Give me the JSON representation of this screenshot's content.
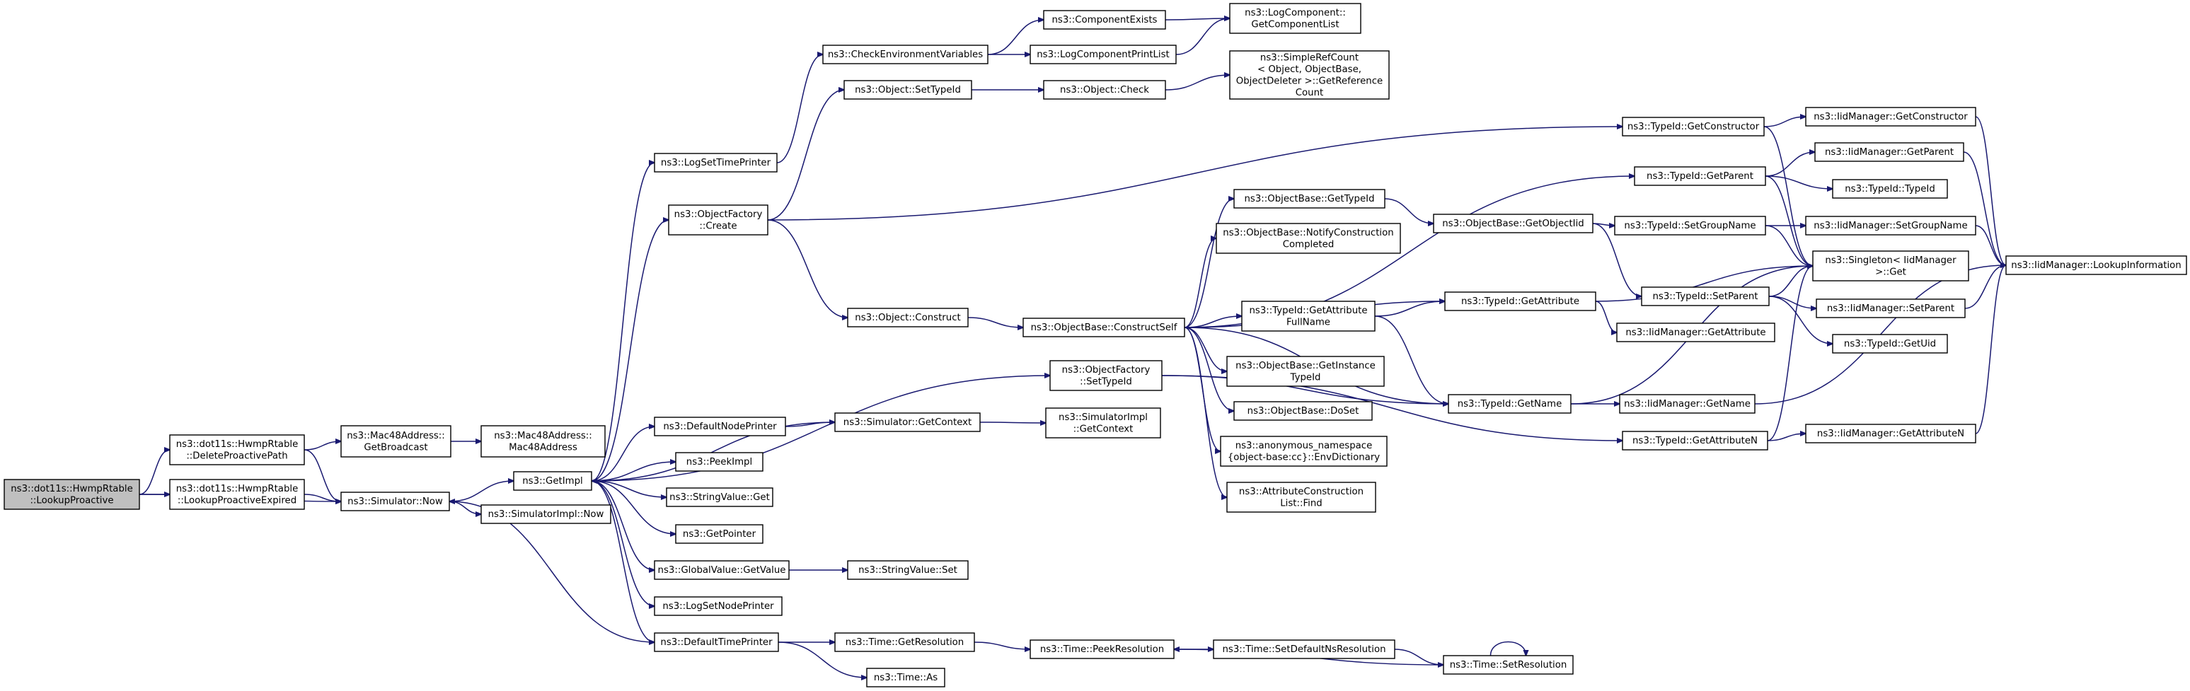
{
  "colors": {
    "edge": "#191970",
    "node_fill": "#ffffff",
    "root_fill": "#bfbfbf",
    "border": "#000000"
  },
  "nodes": [
    {
      "id": "root",
      "lines": [
        "ns3::dot11s::HwmpRtable",
        "::LookupProactive"
      ]
    },
    {
      "id": "deleteProactive",
      "lines": [
        "ns3::dot11s::HwmpRtable",
        "::DeleteProactivePath"
      ]
    },
    {
      "id": "lookupProactiveExpired",
      "lines": [
        "ns3::dot11s::HwmpRtable",
        "::LookupProactiveExpired"
      ]
    },
    {
      "id": "macGetBroadcast",
      "lines": [
        "ns3::Mac48Address::",
        "GetBroadcast"
      ]
    },
    {
      "id": "macCtor",
      "lines": [
        "ns3::Mac48Address::",
        "Mac48Address"
      ]
    },
    {
      "id": "simNow",
      "lines": [
        "ns3::Simulator::Now"
      ]
    },
    {
      "id": "getImpl",
      "lines": [
        "ns3::GetImpl"
      ]
    },
    {
      "id": "simImplNow",
      "lines": [
        "ns3::SimulatorImpl::Now"
      ]
    },
    {
      "id": "logSetTimePrinter",
      "lines": [
        "ns3::LogSetTimePrinter"
      ]
    },
    {
      "id": "checkEnv",
      "lines": [
        "ns3::CheckEnvironmentVariables"
      ]
    },
    {
      "id": "componentExists",
      "lines": [
        "ns3::ComponentExists"
      ]
    },
    {
      "id": "logCompPrintList",
      "lines": [
        "ns3::LogComponentPrintList"
      ]
    },
    {
      "id": "logCompGetList",
      "lines": [
        "ns3::LogComponent::",
        "GetComponentList"
      ]
    },
    {
      "id": "objSetTypeId",
      "lines": [
        "ns3::Object::SetTypeId"
      ]
    },
    {
      "id": "objCheck",
      "lines": [
        "ns3::Object::Check"
      ]
    },
    {
      "id": "simpleRefCount",
      "lines": [
        "ns3::SimpleRefCount",
        "< Object, ObjectBase,",
        "ObjectDeleter >::GetReference",
        "Count"
      ]
    },
    {
      "id": "objFactoryCreate",
      "lines": [
        "ns3::ObjectFactory",
        "::Create"
      ]
    },
    {
      "id": "objConstruct",
      "lines": [
        "ns3::Object::Construct"
      ]
    },
    {
      "id": "constructSelf",
      "lines": [
        "ns3::ObjectBase::ConstructSelf"
      ]
    },
    {
      "id": "obGetTypeId",
      "lines": [
        "ns3::ObjectBase::GetTypeId"
      ]
    },
    {
      "id": "obNotify",
      "lines": [
        "ns3::ObjectBase::NotifyConstruction",
        "Completed"
      ]
    },
    {
      "id": "obGetObjectIid",
      "lines": [
        "ns3::ObjectBase::GetObjectIid"
      ]
    },
    {
      "id": "tidGetAttrFull",
      "lines": [
        "ns3::TypeId::GetAttribute",
        "FullName"
      ]
    },
    {
      "id": "obGetInstance",
      "lines": [
        "ns3::ObjectBase::GetInstance",
        "TypeId"
      ]
    },
    {
      "id": "obDoSet",
      "lines": [
        "ns3::ObjectBase::DoSet"
      ]
    },
    {
      "id": "anonEnvDict",
      "lines": [
        "ns3::anonymous_namespace",
        "{object-base:cc}::EnvDictionary"
      ]
    },
    {
      "id": "attrConstrFind",
      "lines": [
        "ns3::AttributeConstruction",
        "List::Find"
      ]
    },
    {
      "id": "tidGetConstructor",
      "lines": [
        "ns3::TypeId::GetConstructor"
      ]
    },
    {
      "id": "tidGetParent",
      "lines": [
        "ns3::TypeId::GetParent"
      ]
    },
    {
      "id": "tidSetGroupName",
      "lines": [
        "ns3::TypeId::SetGroupName"
      ]
    },
    {
      "id": "tidSetParent",
      "lines": [
        "ns3::TypeId::SetParent"
      ]
    },
    {
      "id": "tidGetAttribute",
      "lines": [
        "ns3::TypeId::GetAttribute"
      ]
    },
    {
      "id": "iidGetAttribute",
      "lines": [
        "ns3::IidManager::GetAttribute"
      ]
    },
    {
      "id": "tidGetName",
      "lines": [
        "ns3::TypeId::GetName"
      ]
    },
    {
      "id": "iidGetName",
      "lines": [
        "ns3::IidManager::GetName"
      ]
    },
    {
      "id": "tidGetAttributeN",
      "lines": [
        "ns3::TypeId::GetAttributeN"
      ]
    },
    {
      "id": "iidGetAttributeN",
      "lines": [
        "ns3::IidManager::GetAttributeN"
      ]
    },
    {
      "id": "iidGetConstructor",
      "lines": [
        "ns3::IidManager::GetConstructor"
      ]
    },
    {
      "id": "iidGetParent",
      "lines": [
        "ns3::IidManager::GetParent"
      ]
    },
    {
      "id": "tidTypeId",
      "lines": [
        "ns3::TypeId::TypeId"
      ]
    },
    {
      "id": "singletonGet",
      "lines": [
        "ns3::Singleton< IidManager",
        ">::Get"
      ]
    },
    {
      "id": "iidSetGroupName",
      "lines": [
        "ns3::IidManager::SetGroupName"
      ]
    },
    {
      "id": "iidSetParent",
      "lines": [
        "ns3::IidManager::SetParent"
      ]
    },
    {
      "id": "tidGetUid",
      "lines": [
        "ns3::TypeId::GetUid"
      ]
    },
    {
      "id": "iidLookupInfo",
      "lines": [
        "ns3::IidManager::LookupInformation"
      ]
    },
    {
      "id": "objFactorySetTypeId",
      "lines": [
        "ns3::ObjectFactory",
        "::SetTypeId"
      ]
    },
    {
      "id": "defaultNodePrinter",
      "lines": [
        "ns3::DefaultNodePrinter"
      ]
    },
    {
      "id": "simGetContext",
      "lines": [
        "ns3::Simulator::GetContext"
      ]
    },
    {
      "id": "simImplGetContext",
      "lines": [
        "ns3::SimulatorImpl",
        "::GetContext"
      ]
    },
    {
      "id": "peekImpl",
      "lines": [
        "ns3::PeekImpl"
      ]
    },
    {
      "id": "strValueGet",
      "lines": [
        "ns3::StringValue::Get"
      ]
    },
    {
      "id": "getPointer",
      "lines": [
        "ns3::GetPointer"
      ]
    },
    {
      "id": "globalValueGetValue",
      "lines": [
        "ns3::GlobalValue::GetValue"
      ]
    },
    {
      "id": "strValueSet",
      "lines": [
        "ns3::StringValue::Set"
      ]
    },
    {
      "id": "logSetNodePrinter",
      "lines": [
        "ns3::LogSetNodePrinter"
      ]
    },
    {
      "id": "defaultTimePrinter",
      "lines": [
        "ns3::DefaultTimePrinter"
      ]
    },
    {
      "id": "timeGetResolution",
      "lines": [
        "ns3::Time::GetResolution"
      ]
    },
    {
      "id": "timeAs",
      "lines": [
        "ns3::Time::As"
      ]
    },
    {
      "id": "timePeekResolution",
      "lines": [
        "ns3::Time::PeekResolution"
      ]
    },
    {
      "id": "timeSetDefaultNs",
      "lines": [
        "ns3::Time::SetDefaultNsResolution"
      ]
    },
    {
      "id": "timeSetResolution",
      "lines": [
        "ns3::Time::SetResolution"
      ]
    }
  ],
  "edges": [
    [
      "root",
      "deleteProactive"
    ],
    [
      "root",
      "lookupProactiveExpired"
    ],
    [
      "root",
      "simNow"
    ],
    [
      "deleteProactive",
      "macGetBroadcast"
    ],
    [
      "deleteProactive",
      "simNow"
    ],
    [
      "lookupProactiveExpired",
      "simNow"
    ],
    [
      "macGetBroadcast",
      "macCtor"
    ],
    [
      "simNow",
      "getImpl"
    ],
    [
      "simNow",
      "simImplNow"
    ],
    [
      "getImpl",
      "logSetTimePrinter"
    ],
    [
      "getImpl",
      "objFactoryCreate"
    ],
    [
      "getImpl",
      "objFactorySetTypeId"
    ],
    [
      "getImpl",
      "defaultNodePrinter"
    ],
    [
      "getImpl",
      "peekImpl"
    ],
    [
      "getImpl",
      "strValueGet"
    ],
    [
      "getImpl",
      "getPointer"
    ],
    [
      "getImpl",
      "globalValueGetValue"
    ],
    [
      "getImpl",
      "logSetNodePrinter"
    ],
    [
      "getImpl",
      "defaultTimePrinter"
    ],
    [
      "logSetTimePrinter",
      "checkEnv"
    ],
    [
      "checkEnv",
      "componentExists"
    ],
    [
      "checkEnv",
      "logCompPrintList"
    ],
    [
      "componentExists",
      "logCompGetList"
    ],
    [
      "logCompPrintList",
      "logCompGetList"
    ],
    [
      "objFactoryCreate",
      "objSetTypeId"
    ],
    [
      "objFactoryCreate",
      "tidGetConstructor"
    ],
    [
      "objFactoryCreate",
      "objConstruct"
    ],
    [
      "objSetTypeId",
      "objCheck"
    ],
    [
      "objCheck",
      "simpleRefCount"
    ],
    [
      "objConstruct",
      "constructSelf"
    ],
    [
      "constructSelf",
      "obGetTypeId"
    ],
    [
      "constructSelf",
      "obNotify"
    ],
    [
      "constructSelf",
      "tidGetParent"
    ],
    [
      "constructSelf",
      "tidGetAttribute"
    ],
    [
      "constructSelf",
      "tidGetAttrFull"
    ],
    [
      "constructSelf",
      "obGetInstance"
    ],
    [
      "constructSelf",
      "obDoSet"
    ],
    [
      "constructSelf",
      "anonEnvDict"
    ],
    [
      "constructSelf",
      "attrConstrFind"
    ],
    [
      "constructSelf",
      "tidGetName"
    ],
    [
      "obGetTypeId",
      "obGetObjectIid"
    ],
    [
      "obGetObjectIid",
      "tidSetGroupName"
    ],
    [
      "obGetObjectIid",
      "tidSetParent"
    ],
    [
      "tidGetAttrFull",
      "tidGetAttribute"
    ],
    [
      "tidGetAttrFull",
      "tidGetName"
    ],
    [
      "tidGetConstructor",
      "iidGetConstructor"
    ],
    [
      "tidGetConstructor",
      "singletonGet"
    ],
    [
      "tidGetParent",
      "iidGetParent"
    ],
    [
      "tidGetParent",
      "tidTypeId"
    ],
    [
      "tidGetParent",
      "singletonGet"
    ],
    [
      "tidSetGroupName",
      "iidSetGroupName"
    ],
    [
      "tidSetGroupName",
      "singletonGet"
    ],
    [
      "tidSetParent",
      "singletonGet"
    ],
    [
      "tidSetParent",
      "iidSetParent"
    ],
    [
      "tidSetParent",
      "tidGetUid"
    ],
    [
      "tidGetAttribute",
      "singletonGet"
    ],
    [
      "tidGetAttribute",
      "iidGetAttribute"
    ],
    [
      "tidGetName",
      "singletonGet"
    ],
    [
      "tidGetName",
      "iidGetName"
    ],
    [
      "tidGetAttributeN",
      "singletonGet"
    ],
    [
      "tidGetAttributeN",
      "iidGetAttributeN"
    ],
    [
      "iidGetConstructor",
      "iidLookupInfo"
    ],
    [
      "iidGetParent",
      "iidLookupInfo"
    ],
    [
      "iidSetGroupName",
      "iidLookupInfo"
    ],
    [
      "iidSetParent",
      "iidLookupInfo"
    ],
    [
      "iidGetName",
      "iidLookupInfo"
    ],
    [
      "iidGetAttributeN",
      "iidLookupInfo"
    ],
    [
      "objFactorySetTypeId",
      "tidGetName"
    ],
    [
      "objFactorySetTypeId",
      "tidGetAttributeN"
    ],
    [
      "defaultNodePrinter",
      "simGetContext"
    ],
    [
      "simGetContext",
      "simImplGetContext"
    ],
    [
      "simGetContext",
      "getImpl"
    ],
    [
      "globalValueGetValue",
      "strValueSet"
    ],
    [
      "defaultTimePrinter",
      "timeGetResolution"
    ],
    [
      "defaultTimePrinter",
      "timeAs"
    ],
    [
      "defaultTimePrinter",
      "simNow"
    ],
    [
      "timeGetResolution",
      "timePeekResolution"
    ],
    [
      "timePeekResolution",
      "timeSetDefaultNs"
    ],
    [
      "timeSetDefaultNs",
      "timeSetResolution"
    ],
    [
      "timeSetResolution",
      "timePeekResolution"
    ],
    [
      "timeSetResolution",
      "timeSetResolution"
    ]
  ]
}
